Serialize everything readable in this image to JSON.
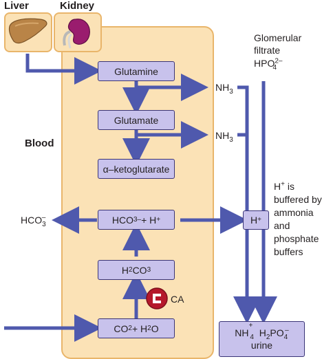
{
  "organs": {
    "liver": "Liver",
    "kidney": "Kidney"
  },
  "region_label": "Blood",
  "nodes": {
    "glutamine": "Glutamine",
    "glutamate": "Glutamate",
    "ketoglutarate": "α–ketoglutarate",
    "hco3_h": {
      "main": "HCO",
      "sub": "3",
      "sup": "–",
      "rest": "+ H",
      "sup2": "+"
    },
    "h2co3": {
      "a": "H",
      "sub1": "2",
      "b": "CO",
      "sub2": "3"
    },
    "co2_h2o": {
      "a": "CO",
      "sub1": "2",
      "b": " + H",
      "sub2": "2",
      "c": "O"
    },
    "h_plus": {
      "a": "H",
      "sup": "+"
    },
    "urine": {
      "nh4": "NH",
      "nh4_sup": "+",
      "nh4_sub": "4",
      "h2po4_a": "H",
      "h2po4_sub1": "2",
      "h2po4_b": "PO",
      "h2po4_sup": "–",
      "h2po4_sub2": "4",
      "urine_word": "urine"
    }
  },
  "side_labels": {
    "nh3_top": {
      "a": "NH",
      "sub": "3"
    },
    "nh3_bottom": {
      "a": "NH",
      "sub": "3"
    },
    "hco3_out": {
      "a": "HCO",
      "sup": "–",
      "sub": "3"
    },
    "ca": "CA",
    "glomerular_line1": "Glomerular",
    "glomerular_line2": "filtrate",
    "hpo4": {
      "a": "HPO",
      "sup": "2–",
      "sub": "4"
    },
    "buffer_lines": [
      "is",
      "buffered by",
      "ammonia",
      "and",
      "phosphate",
      "buffers"
    ],
    "buffer_h": "H",
    "buffer_h_sup": "+"
  },
  "colors": {
    "arrow": "#4f59ad",
    "node_fill": "#c8c2ec",
    "cell_fill": "#fbe2b6",
    "cell_border": "#e9b56a",
    "ca_red": "#b5182b"
  }
}
